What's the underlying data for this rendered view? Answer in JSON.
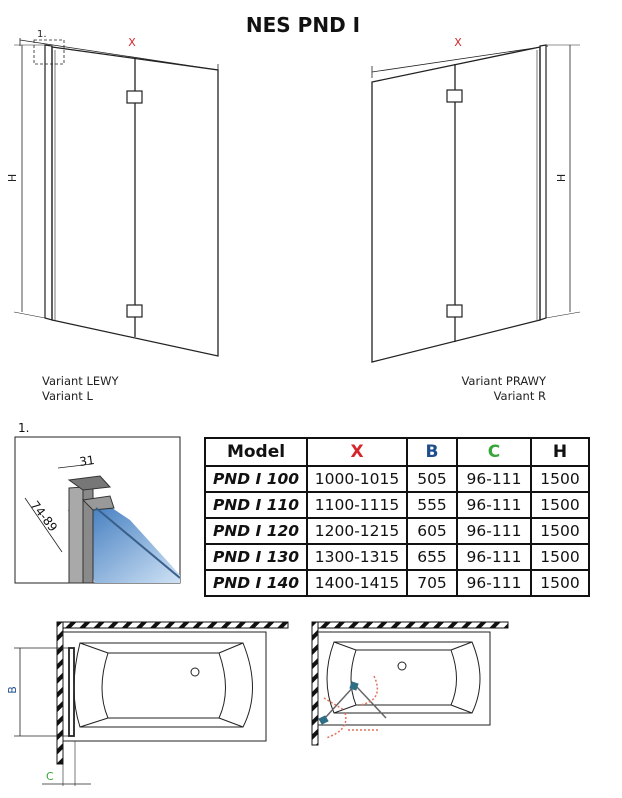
{
  "title": "NES PND I",
  "top_diagrams": {
    "left": {
      "x_label": "X",
      "h_label": "H",
      "detail_marker": "1.",
      "variant_line1": "Variant LEWY",
      "variant_line2": "Variant L"
    },
    "right": {
      "x_label": "X",
      "h_label": "H",
      "variant_line1": "Variant PRAWY",
      "variant_line2": "Variant R"
    }
  },
  "detail": {
    "number": "1.",
    "width_dim": "31",
    "depth_dim": "74-89"
  },
  "table": {
    "headers": [
      "Model",
      "X",
      "B",
      "C",
      "H"
    ],
    "header_colors": [
      "#111111",
      "#d4262b",
      "#1f4e8c",
      "#3aa63a",
      "#111111"
    ],
    "rows": [
      [
        "PND I 100",
        "1000-1015",
        "505",
        "96-111",
        "1500"
      ],
      [
        "PND I 110",
        "1100-1115",
        "555",
        "96-111",
        "1500"
      ],
      [
        "PND I 120",
        "1200-1215",
        "605",
        "96-111",
        "1500"
      ],
      [
        "PND I 130",
        "1300-1315",
        "655",
        "96-111",
        "1500"
      ],
      [
        "PND I 140",
        "1400-1415",
        "705",
        "96-111",
        "1500"
      ]
    ]
  },
  "bottom_diagrams": {
    "b_label": "B",
    "c_label": "C"
  },
  "colors": {
    "x": "#d4262b",
    "b": "#1f4e8c",
    "c": "#3aa63a",
    "arrow": "#e0735a",
    "hinge": "#2f6f86"
  }
}
